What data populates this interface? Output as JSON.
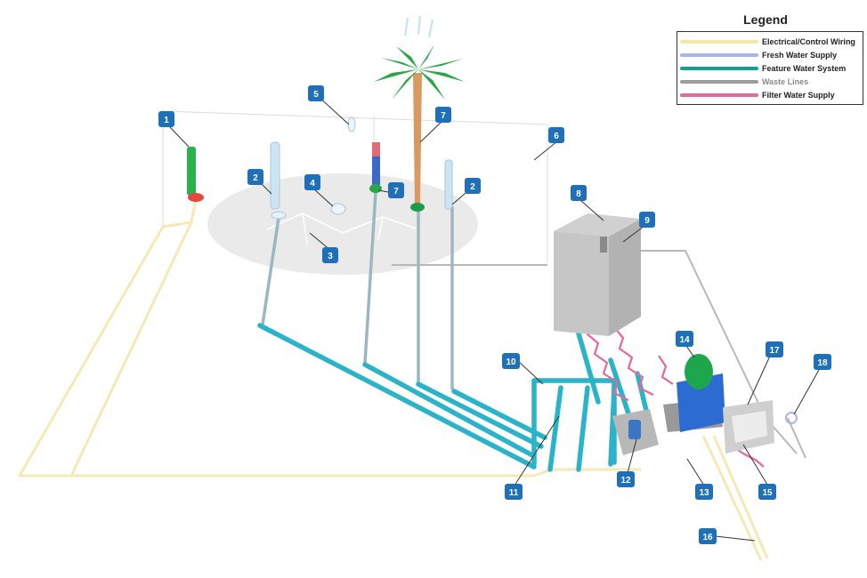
{
  "legend": {
    "title": "Legend",
    "items": [
      {
        "label": "Electrical/Control Wiring",
        "color": "#f7e7a2"
      },
      {
        "label": "Fresh Water Supply",
        "color": "#a9b4ea"
      },
      {
        "label": "Feature Water System",
        "color": "#12a093"
      },
      {
        "label": "Waste Lines",
        "color": "#9b9b9b",
        "label_color": "#8a8a8a"
      },
      {
        "label": "Filter Water Supply",
        "color": "#e7679a"
      }
    ]
  },
  "callouts": [
    "1",
    "2",
    "3",
    "4",
    "5",
    "6",
    "7",
    "8",
    "9",
    "10",
    "11",
    "12",
    "13",
    "14",
    "15",
    "16",
    "17",
    "18"
  ],
  "colors": {
    "feature_pipe": "#2ab3c9",
    "wiring": "#f5e9b5",
    "callout": "#1f70b8",
    "filter": "#e7679a",
    "waste": "#aaaaaa"
  }
}
